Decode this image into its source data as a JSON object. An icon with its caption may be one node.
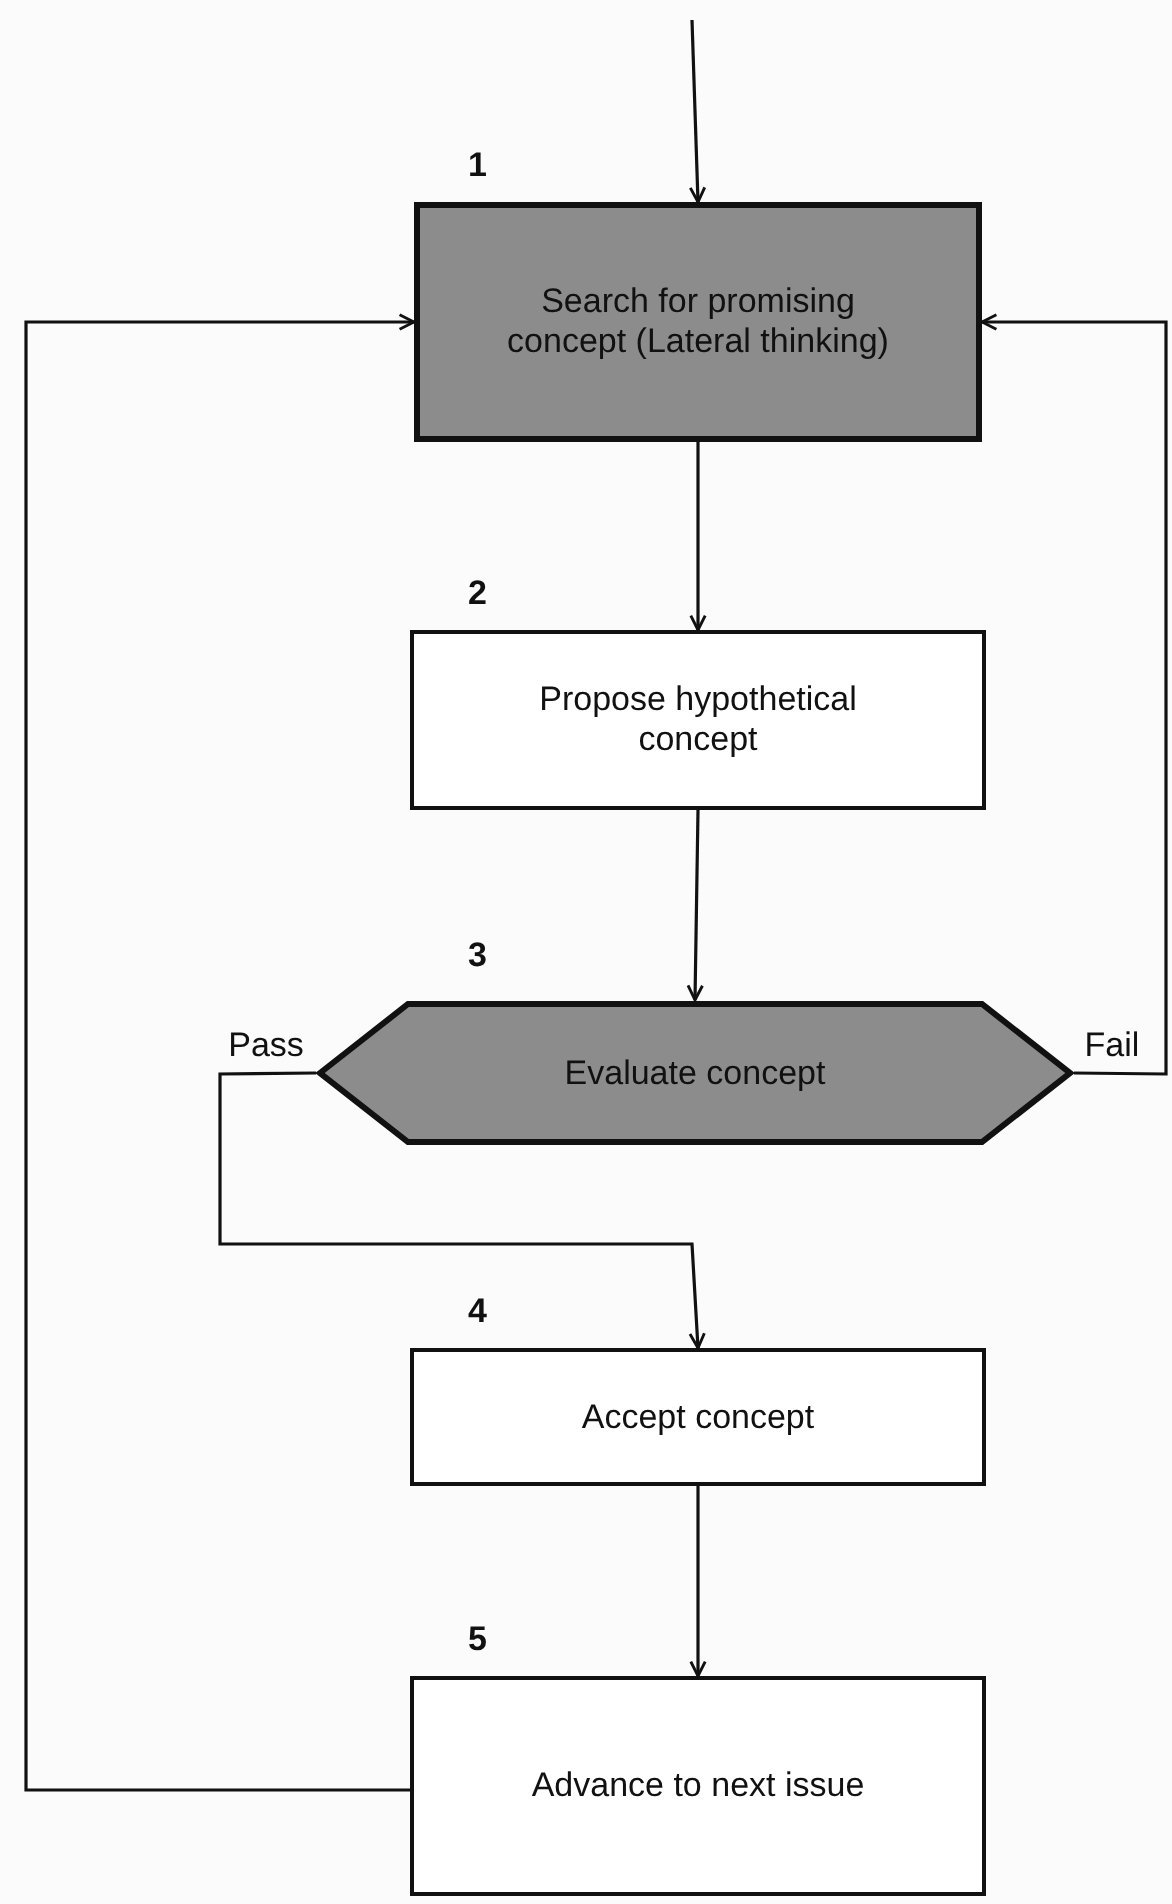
{
  "diagram": {
    "nodes": [
      {
        "text": [
          "Search for promising concept (Lateral thinking)"
        ],
        "beside": [
          "1"
        ]
      },
      {
        "text": [
          "Propose hypothetical concept"
        ],
        "beside": [
          "2"
        ]
      },
      {
        "text": [
          "Evaluate concept"
        ],
        "beside": [
          "3"
        ]
      },
      {
        "text": [
          "Accept concept"
        ],
        "beside": [
          "4"
        ]
      },
      {
        "text": [
          "Advance to next issue"
        ],
        "beside": [
          "5"
        ]
      }
    ],
    "edges": [
      {
        "from": null,
        "to": 0,
        "arrow": "to"
      },
      {
        "from": 0,
        "to": 1,
        "arrow": "to"
      },
      {
        "from": 1,
        "to": 2,
        "arrow": "to"
      },
      {
        "from": 2,
        "to": 3,
        "arrow": "to",
        "label": "Pass"
      },
      {
        "from": 2,
        "to": 0,
        "arrow": "to",
        "label": "Fail"
      },
      {
        "from": 3,
        "to": 4,
        "arrow": "to"
      },
      {
        "from": 4,
        "to": 0,
        "arrow": "to"
      }
    ]
  }
}
